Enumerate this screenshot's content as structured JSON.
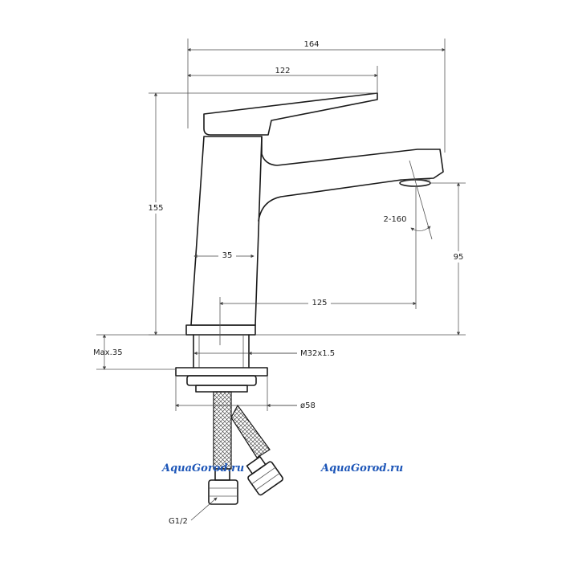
{
  "dimensions": {
    "total_length": "164",
    "spout_reach": "122",
    "height": "155",
    "body_width": "35",
    "aerator_offset": "125",
    "spout_height": "95",
    "max_thickness": "Max.35",
    "thread": "M32x1.5",
    "flange_diameter": "ø58",
    "hose_thread": "G1/2",
    "swivel_range": "2-160"
  },
  "watermarks": {
    "left": "AquaGorod.ru",
    "right": "AquaGorod.ru"
  },
  "colors": {
    "line": "#1a1a1a",
    "watermark": "#1d56b8"
  }
}
